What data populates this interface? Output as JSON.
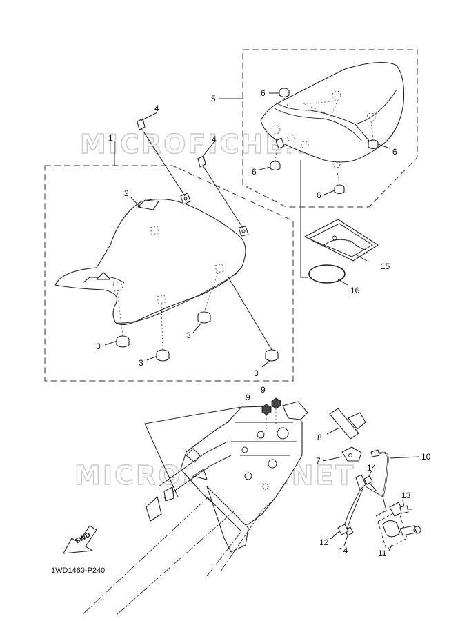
{
  "diagram": {
    "diagram_code": "1WD1460-P240",
    "fwd_label": "FWD",
    "watermark": "MICROFICHE.NET",
    "callouts": {
      "c1": "1",
      "c2": "2",
      "c3a": "3",
      "c3b": "3",
      "c3c": "3",
      "c3d": "3",
      "c4a": "4",
      "c4b": "4",
      "c5": "5",
      "c6a": "6",
      "c6b": "6",
      "c6c": "6",
      "c6d": "6",
      "c7": "7",
      "c8": "8",
      "c9a": "9",
      "c9b": "9",
      "c10": "10",
      "c11": "11",
      "c12": "12",
      "c13": "13",
      "c14a": "14",
      "c14b": "14",
      "c15": "15",
      "c16": "16"
    }
  }
}
